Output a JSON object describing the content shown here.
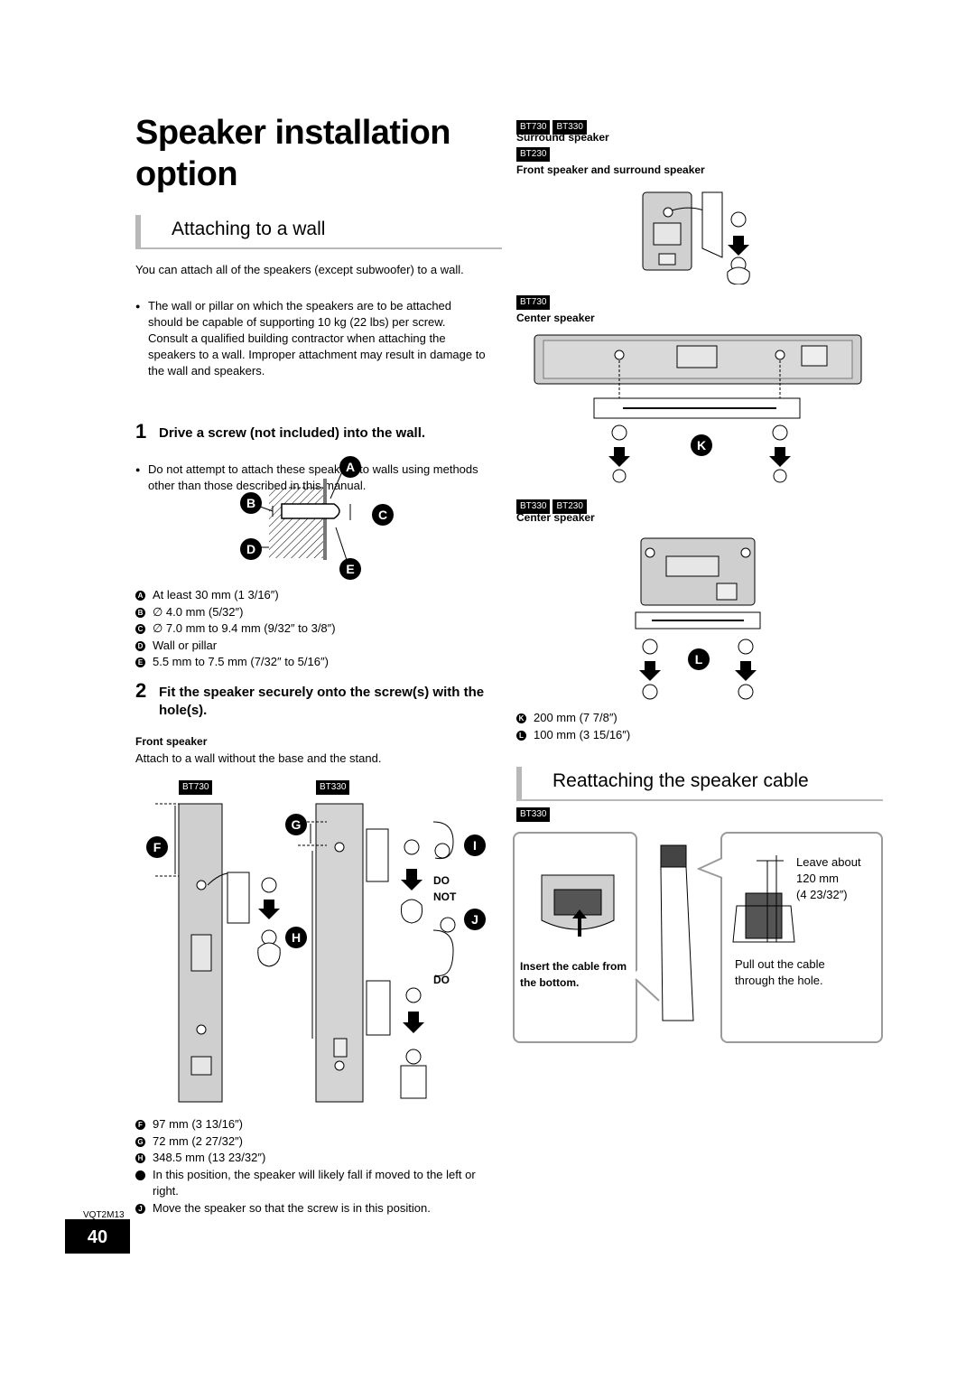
{
  "title": "Speaker installation option",
  "left": {
    "section_attach": "Attaching to a wall",
    "intro": "You can attach all of the speakers (except subwoofer) to a wall.",
    "bullet1": "The wall or pillar on which the speakers are to be attached should be capable of supporting 10 kg (22 lbs) per screw. Consult a qualified building contractor when attaching the speakers to a wall. Improper attachment may result in damage to the wall and speakers.",
    "bullet2": "Do not attempt to attach these speakers to walls using methods other than those described in this manual.",
    "step1_num": "1",
    "step1_text": "Drive a screw (not included) into the wall.",
    "fig1_labels": {
      "a": "A",
      "b": "B",
      "c": "C",
      "d": "D",
      "e": "E"
    },
    "legend1": [
      {
        "key": "A",
        "text": "At least 30 mm (1 3/16″)"
      },
      {
        "key": "B",
        "text": "∅ 4.0 mm (5/32″)"
      },
      {
        "key": "C",
        "text": "∅ 7.0 mm to 9.4 mm (9/32″ to 3/8″)"
      },
      {
        "key": "D",
        "text": "Wall or pillar"
      },
      {
        "key": "E",
        "text": "5.5 mm to 7.5 mm (7/32″ to 5/16″)"
      }
    ],
    "step2_num": "2",
    "step2_text": "Fit the speaker securely onto the screw(s) with the hole(s).",
    "front_speaker_label": "Front speaker",
    "front_speaker_note": "Attach to a wall without the base and the stand.",
    "badge_bt730": "BT730",
    "badge_bt330": "BT330",
    "fig2_labels": {
      "f": "F",
      "g": "G",
      "h": "H",
      "i": "I",
      "j": "J",
      "do_not": "DO NOT",
      "do": "DO"
    },
    "legend2": [
      {
        "key": "F",
        "text": "97 mm (3 13/16″)"
      },
      {
        "key": "G",
        "text": "72 mm (2 27/32″)"
      },
      {
        "key": "H",
        "text": "348.5 mm (13 23/32″)"
      },
      {
        "key": "I",
        "text": "In this position, the speaker will likely fall if moved to the left or right."
      },
      {
        "key": "J",
        "text": "Move the speaker so that the screw is in this position."
      }
    ],
    "doc_code": "VQT2M13",
    "page_number": "40"
  },
  "right": {
    "badges_top": [
      "BT730",
      "BT330"
    ],
    "surround_label": "Surround speaker",
    "badge_bt230": "BT230",
    "front_surround_label": "Front speaker and surround speaker",
    "badge_center1": "BT730",
    "center1_label": "Center speaker",
    "k_label": "K",
    "badges_center2": [
      "BT330",
      "BT230"
    ],
    "center2_label": "Center speaker",
    "l_label": "L",
    "legend_kl": [
      {
        "key": "K",
        "text": "200 mm (7 7/8″)"
      },
      {
        "key": "L",
        "text": "100 mm (3 15/16″)"
      }
    ],
    "section_reattach": "Reattaching the speaker cable",
    "badge_reattach": "BT330",
    "insert_text": "Insert the cable from the bottom.",
    "leave_text1": "Leave about",
    "leave_text2": "120 mm",
    "leave_text3": "(4 23/32″)",
    "pull_text": "Pull out the cable through the hole."
  }
}
